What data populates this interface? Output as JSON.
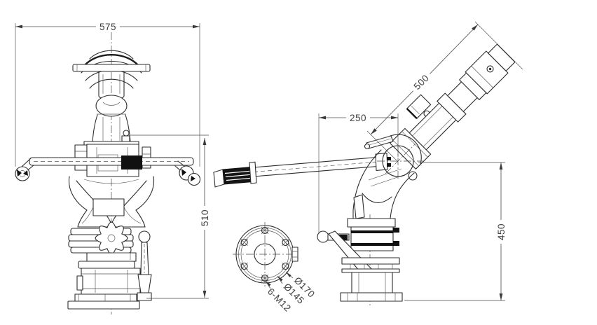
{
  "drawing": {
    "colors": {
      "background": "#ffffff",
      "line": "#2d2d2d",
      "dimension_line": "#4a4a4a",
      "text": "#3f3f3f",
      "solid_fill": "#111111"
    },
    "dimensions": {
      "overall_width": "575",
      "overall_height": "510",
      "barrel_length": "500",
      "handle_reach": "250",
      "pivot_height": "450",
      "flange_outer_dia": "Ø170",
      "flange_bolt_circle": "Ø145",
      "flange_bolt_spec": "6-M12"
    }
  }
}
